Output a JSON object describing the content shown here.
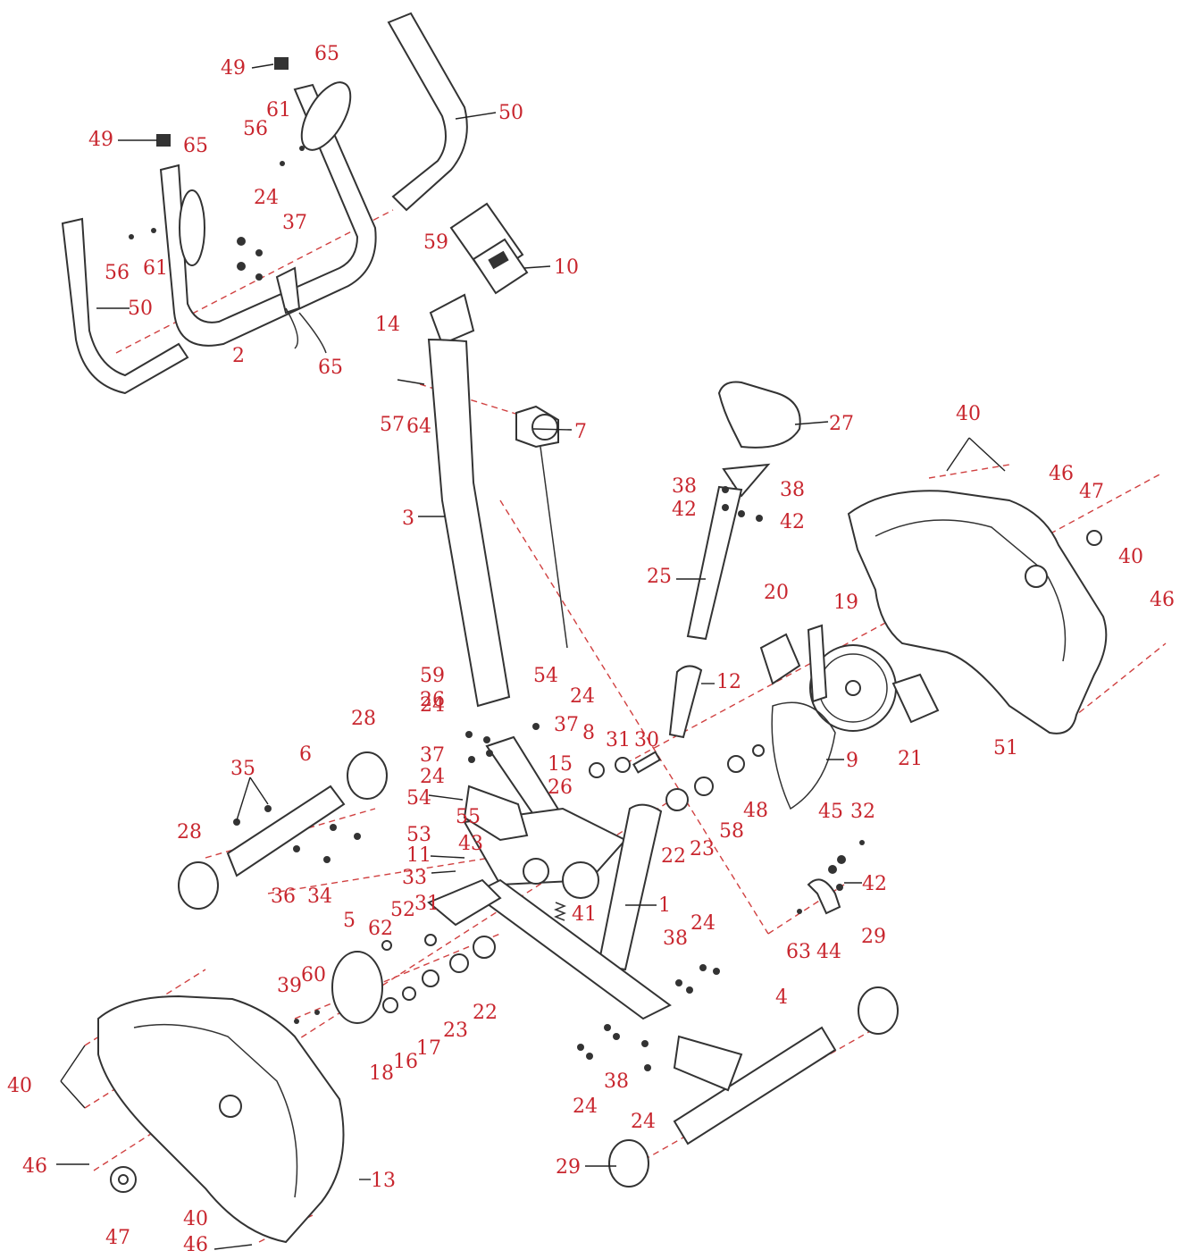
{
  "diagram": {
    "labels": [
      {
        "id": "l49a",
        "text": "49"
      },
      {
        "id": "l65a",
        "text": "65"
      },
      {
        "id": "l50a",
        "text": "50"
      },
      {
        "id": "l61a",
        "text": "61"
      },
      {
        "id": "l56a",
        "text": "56"
      },
      {
        "id": "l49b",
        "text": "49"
      },
      {
        "id": "l65b",
        "text": "65"
      },
      {
        "id": "l24a",
        "text": "24"
      },
      {
        "id": "l37a",
        "text": "37"
      },
      {
        "id": "l56b",
        "text": "56"
      },
      {
        "id": "l61b",
        "text": "61"
      },
      {
        "id": "l50b",
        "text": "50"
      },
      {
        "id": "l2",
        "text": "2"
      },
      {
        "id": "l65c",
        "text": "65"
      },
      {
        "id": "l59a",
        "text": "59"
      },
      {
        "id": "l10",
        "text": "10"
      },
      {
        "id": "l14",
        "text": "14"
      },
      {
        "id": "l57",
        "text": "57"
      },
      {
        "id": "l64",
        "text": "64"
      },
      {
        "id": "l7",
        "text": "7"
      },
      {
        "id": "l3",
        "text": "3"
      },
      {
        "id": "l27",
        "text": "27"
      },
      {
        "id": "l40a",
        "text": "40"
      },
      {
        "id": "l38a",
        "text": "38"
      },
      {
        "id": "l42a",
        "text": "42"
      },
      {
        "id": "l38b",
        "text": "38"
      },
      {
        "id": "l42b",
        "text": "42"
      },
      {
        "id": "l46a",
        "text": "46"
      },
      {
        "id": "l47a",
        "text": "47"
      },
      {
        "id": "l25",
        "text": "25"
      },
      {
        "id": "l40b",
        "text": "40"
      },
      {
        "id": "l46b",
        "text": "46"
      },
      {
        "id": "l20",
        "text": "20"
      },
      {
        "id": "l19",
        "text": "19"
      },
      {
        "id": "l59b",
        "text": "59"
      },
      {
        "id": "l26a",
        "text": "26"
      },
      {
        "id": "l54a",
        "text": "54"
      },
      {
        "id": "l12",
        "text": "12"
      },
      {
        "id": "l24b",
        "text": "24"
      },
      {
        "id": "l24c",
        "text": "24"
      },
      {
        "id": "l37b",
        "text": "37"
      },
      {
        "id": "l28a",
        "text": "28"
      },
      {
        "id": "l8",
        "text": "8"
      },
      {
        "id": "l31a",
        "text": "31"
      },
      {
        "id": "l30",
        "text": "30"
      },
      {
        "id": "l37c",
        "text": "37"
      },
      {
        "id": "l24d",
        "text": "24"
      },
      {
        "id": "l35",
        "text": "35"
      },
      {
        "id": "l6",
        "text": "6"
      },
      {
        "id": "l15",
        "text": "15"
      },
      {
        "id": "l26b",
        "text": "26"
      },
      {
        "id": "l9",
        "text": "9"
      },
      {
        "id": "l21",
        "text": "21"
      },
      {
        "id": "l51",
        "text": "51"
      },
      {
        "id": "l54b",
        "text": "54"
      },
      {
        "id": "l48",
        "text": "48"
      },
      {
        "id": "l55",
        "text": "55"
      },
      {
        "id": "l22a",
        "text": "22"
      },
      {
        "id": "l23a",
        "text": "23"
      },
      {
        "id": "l58",
        "text": "58"
      },
      {
        "id": "l45",
        "text": "45"
      },
      {
        "id": "l32",
        "text": "32"
      },
      {
        "id": "l53",
        "text": "53"
      },
      {
        "id": "l43",
        "text": "43"
      },
      {
        "id": "l28b",
        "text": "28"
      },
      {
        "id": "l11",
        "text": "11"
      },
      {
        "id": "l33",
        "text": "33"
      },
      {
        "id": "l42c",
        "text": "42"
      },
      {
        "id": "l36",
        "text": "36"
      },
      {
        "id": "l34",
        "text": "34"
      },
      {
        "id": "l41",
        "text": "41"
      },
      {
        "id": "l1",
        "text": "1"
      },
      {
        "id": "l5",
        "text": "5"
      },
      {
        "id": "l62",
        "text": "62"
      },
      {
        "id": "l52",
        "text": "52"
      },
      {
        "id": "l31b",
        "text": "31"
      },
      {
        "id": "l63",
        "text": "63"
      },
      {
        "id": "l44",
        "text": "44"
      },
      {
        "id": "l29a",
        "text": "29"
      },
      {
        "id": "l38c",
        "text": "38"
      },
      {
        "id": "l24e",
        "text": "24"
      },
      {
        "id": "l39",
        "text": "39"
      },
      {
        "id": "l60",
        "text": "60"
      },
      {
        "id": "l4",
        "text": "4"
      },
      {
        "id": "l22b",
        "text": "22"
      },
      {
        "id": "l23b",
        "text": "23"
      },
      {
        "id": "l17",
        "text": "17"
      },
      {
        "id": "l16",
        "text": "16"
      },
      {
        "id": "l18",
        "text": "18"
      },
      {
        "id": "l40c",
        "text": "40"
      },
      {
        "id": "l38d",
        "text": "38"
      },
      {
        "id": "l24f",
        "text": "24"
      },
      {
        "id": "l24g",
        "text": "24"
      },
      {
        "id": "l46c",
        "text": "46"
      },
      {
        "id": "l13",
        "text": "13"
      },
      {
        "id": "l29b",
        "text": "29"
      },
      {
        "id": "l47b",
        "text": "47"
      },
      {
        "id": "l40d",
        "text": "40"
      },
      {
        "id": "l46d",
        "text": "46"
      }
    ]
  }
}
